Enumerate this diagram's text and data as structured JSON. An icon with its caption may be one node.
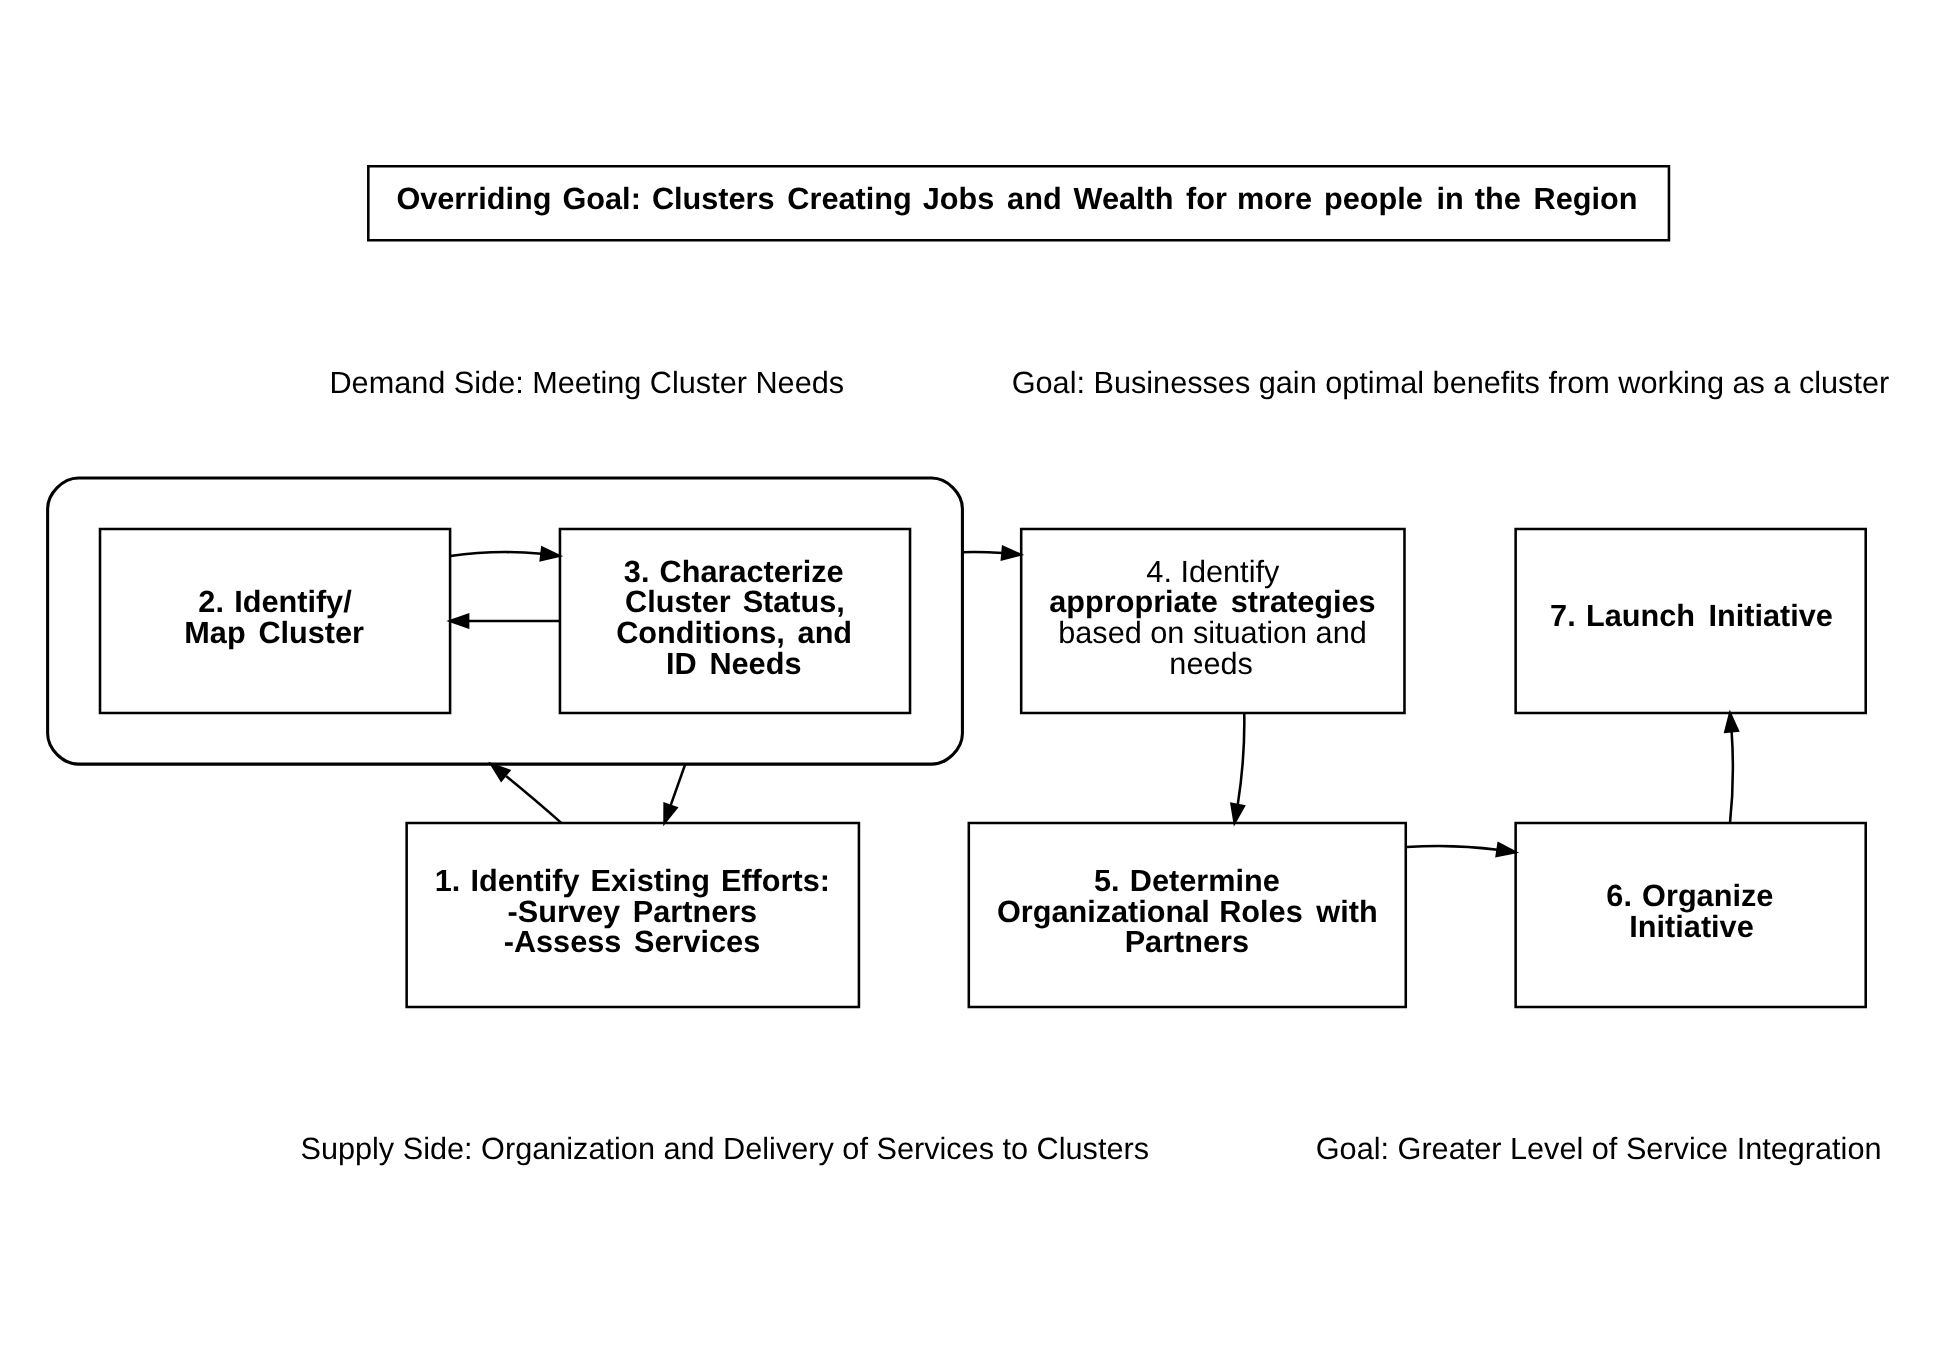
{
  "diagram": {
    "nodes": [
      {
        "text": [
          "Overriding Goal: Clusters Creating Jobs and Wealth for more people in the Region"
        ]
      },
      {
        "text": [],
        "shape": "ellipse"
      },
      {
        "text": [
          "2. Identify/ Map Cluster"
        ],
        "in": 1
      },
      {
        "text": [
          "3. Characterize Cluster Status, Conditions, and ID Needs"
        ],
        "in": 1
      },
      {
        "text": [
          "4. Identify **appropriate strategies** based on situation and needs"
        ]
      },
      {
        "text": [
          "7. Launch Initiative"
        ]
      },
      {
        "text": [
          "1. Identify Existing Efforts:",
          "-Survey Partners",
          "-Assess Services"
        ]
      },
      {
        "text": [
          "5. Determine Organizational Roles with Partners"
        ]
      },
      {
        "text": [
          "6. Organize Initiative"
        ]
      }
    ],
    "edges": [
      {
        "from": 3,
        "to": 2,
        "arrow": "to"
      },
      {
        "from": 2,
        "to": 3,
        "arrow": "to"
      },
      {
        "from": 1,
        "to": 4,
        "arrow": "to"
      },
      {
        "from": 6,
        "to": 1,
        "arrow": "to"
      },
      {
        "from": 1,
        "to": 6,
        "arrow": "to"
      },
      {
        "from": 4,
        "to": 7,
        "arrow": "to"
      },
      {
        "from": 7,
        "to": 8,
        "arrow": "to"
      },
      {
        "from": 8,
        "to": 5,
        "arrow": "to"
      }
    ],
    "labels": [
      "Demand Side: Meeting Cluster Needs",
      "Goal: Businesses gain optimal benefits from working as a cluster",
      "Supply Side: Organization and Delivery of Services to Clusters",
      "Goal: Greater Level of Service Integration"
    ]
  }
}
